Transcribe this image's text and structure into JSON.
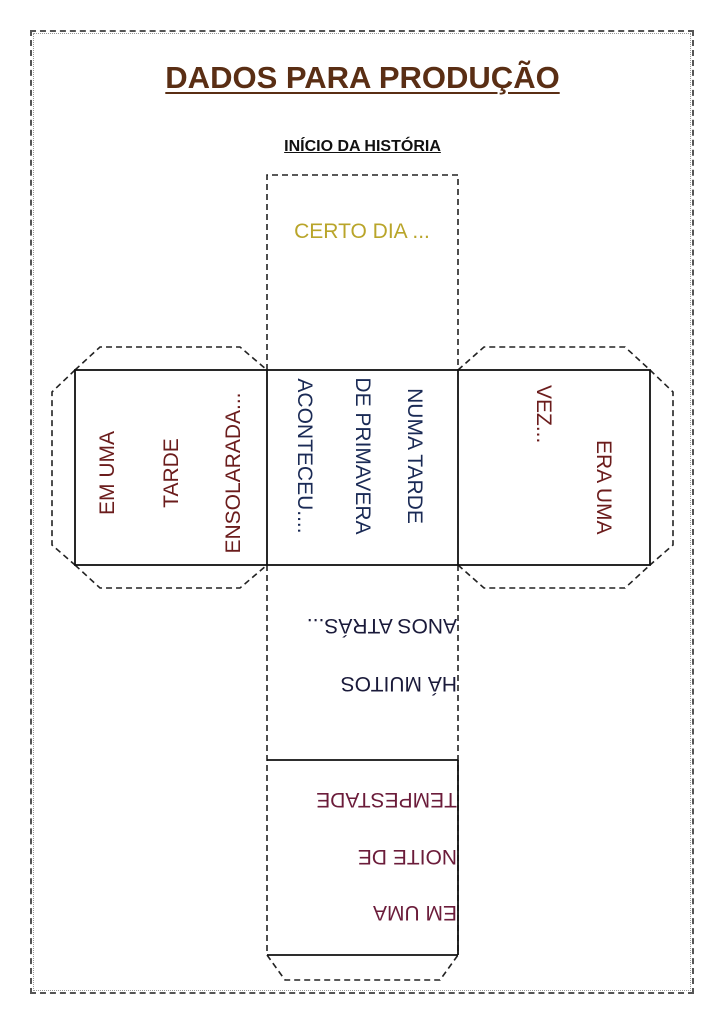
{
  "title": "DADOS PARA PRODUÇÃO",
  "subtitle": "INÍCIO DA HISTÓRIA",
  "colors": {
    "title": "#5a2e14",
    "top_face": "#b9a52a",
    "left_face": "#6b1c1c",
    "center_face": "#1a2a55",
    "right_face": "#6b1c1c",
    "lower_face": "#1a1a3a",
    "bottom_face": "#6b1c3a"
  },
  "faces": {
    "top": {
      "lines": [
        "CERTO  DIA ..."
      ]
    },
    "left": {
      "lines": [
        "EM UMA",
        "TARDE",
        "ENSOLARADA..."
      ]
    },
    "center": {
      "lines": [
        "NUMA TARDE",
        "DE PRIMAVERA",
        "ACONTECEU...."
      ]
    },
    "right": {
      "lines": [
        "ERA UMA",
        "VEZ..."
      ]
    },
    "lower": {
      "lines": [
        "HÁ MUITOS",
        "ANOS ATRÁS..."
      ]
    },
    "bottom": {
      "lines": [
        "EM UMA",
        "NOITE DE",
        "TEMPESTADE"
      ]
    }
  }
}
